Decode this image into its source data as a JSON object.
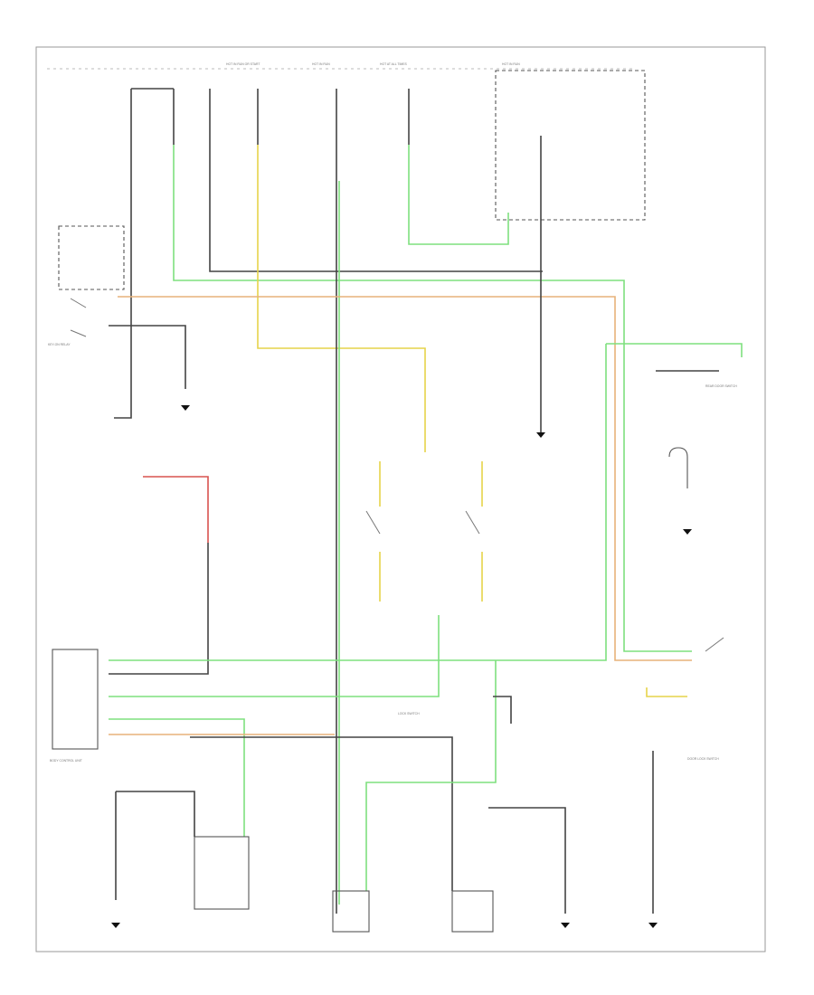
{
  "diagram": {
    "title": "",
    "footer_tag": "",
    "colors": {
      "black_wire": "#444444",
      "green_wire": "#7ee07e",
      "yellow_wire": "#e6d44a",
      "orange_wire": "#e7b27a",
      "red_wire": "#d9534f",
      "border": "#999999"
    },
    "labels": {
      "top_bus_1": "HOT IN RUN OR START",
      "top_bus_2": "HOT IN RUN",
      "top_bus_3": "HOT AT ALL TIMES",
      "top_bus_4": "HOT IN RUN",
      "relay_left": "KEY-ON RELAY",
      "unit_left": "BODY CONTROL UNIT",
      "right_sensor": "REAR DOOR SWITCH",
      "bottom_center": "LOCK SWITCH",
      "bottom_right": "DOOR LOCK SWITCH"
    }
  }
}
